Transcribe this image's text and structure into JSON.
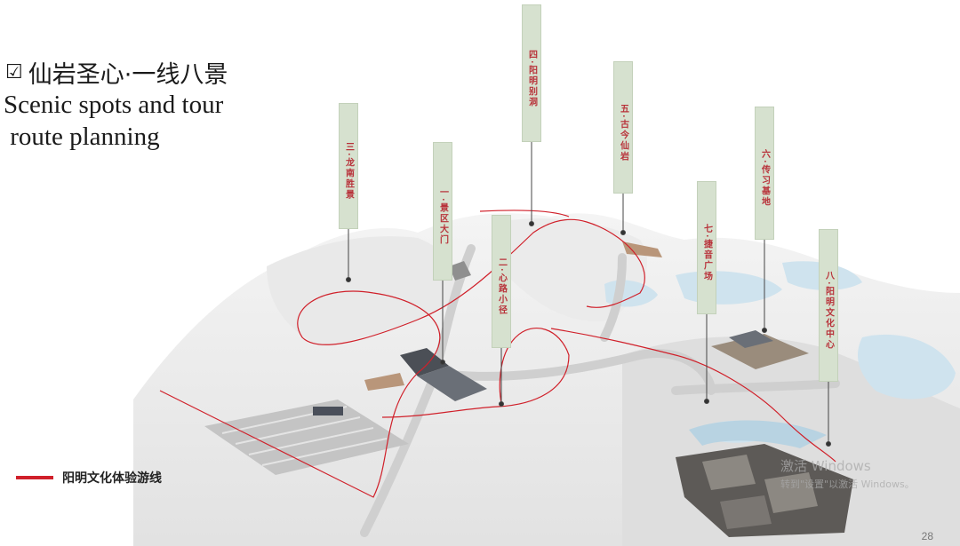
{
  "header": {
    "checkbox": "☑",
    "title_cn": "仙岩圣心·一线八景",
    "title_en_1": "Scenic spots and tour",
    "title_en_2": " route planning"
  },
  "spots": [
    {
      "label": "三·龙南胜景"
    },
    {
      "label": "一·景区大门"
    },
    {
      "label": "二·心路小径"
    },
    {
      "label": "四·阳明别洞"
    },
    {
      "label": "五·古今仙岩"
    },
    {
      "label": "七·捷音广场"
    },
    {
      "label": "六·传习基地"
    },
    {
      "label": "八·阳明文化中心"
    }
  ],
  "legend": {
    "label": "阳明文化体验游线",
    "color": "#d0202a"
  },
  "watermark": {
    "line1": "激活 Windows",
    "line2": "转到\"设置\"以激活 Windows。"
  },
  "page_number": "28",
  "colors": {
    "tag_bg": "#d6e1cf",
    "tag_text": "#b8323a",
    "route": "#d0202a",
    "water": "#cfe3ee"
  }
}
